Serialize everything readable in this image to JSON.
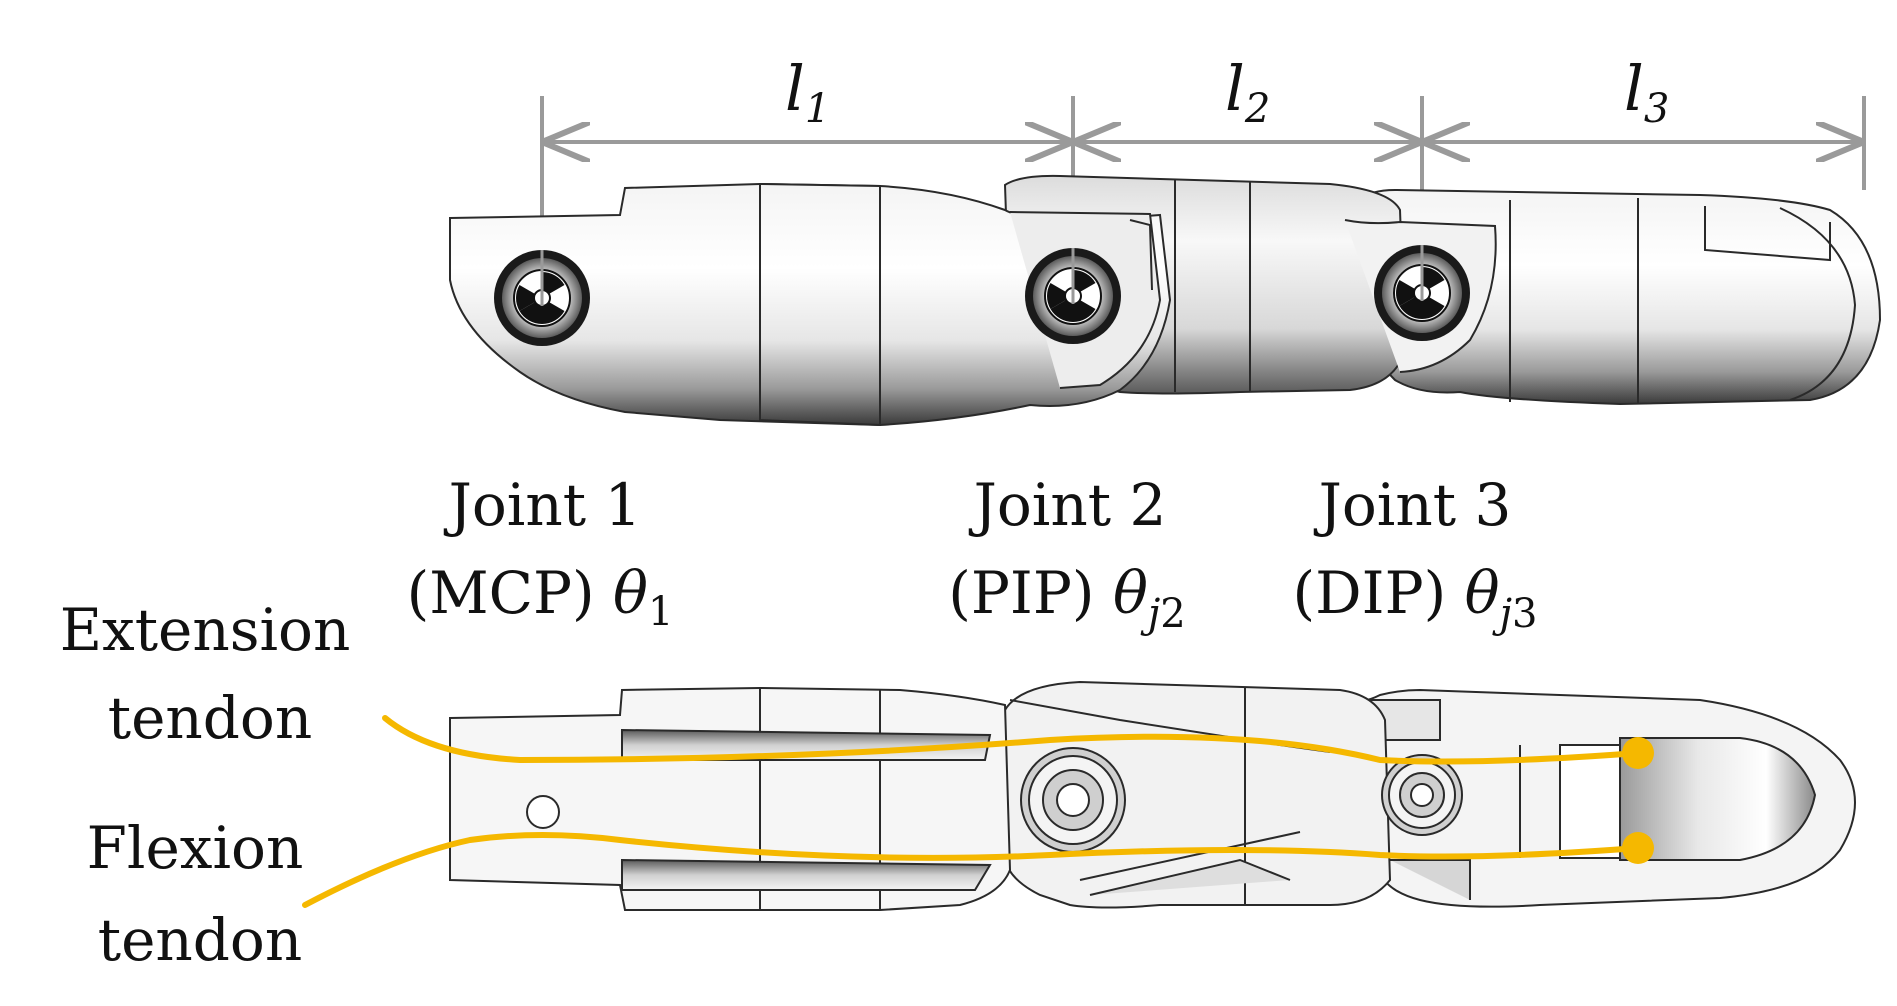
{
  "dimensions": [
    {
      "name": "l",
      "sub": "1"
    },
    {
      "name": "l",
      "sub": "2"
    },
    {
      "name": "l",
      "sub": "3"
    }
  ],
  "joints": [
    {
      "title": "Joint 1",
      "type": "(MCP)",
      "angle": "θ",
      "angle_sub": "1"
    },
    {
      "title": "Joint 2",
      "type": "(PIP)",
      "angle": "θ",
      "angle_sub_italic": "j",
      "angle_sub": "2"
    },
    {
      "title": "Joint 3",
      "type": "(DIP)",
      "angle": "θ",
      "angle_sub_italic": "j",
      "angle_sub": "3"
    }
  ],
  "tendons": [
    {
      "line1": "Extension",
      "line2": "tendon"
    },
    {
      "line1": "Flexion",
      "line2": "tendon"
    }
  ],
  "colors": {
    "tendon": "#F5B800",
    "dimension_line": "#9a9a9a",
    "outline": "#2a2a2a",
    "text": "#111111"
  }
}
